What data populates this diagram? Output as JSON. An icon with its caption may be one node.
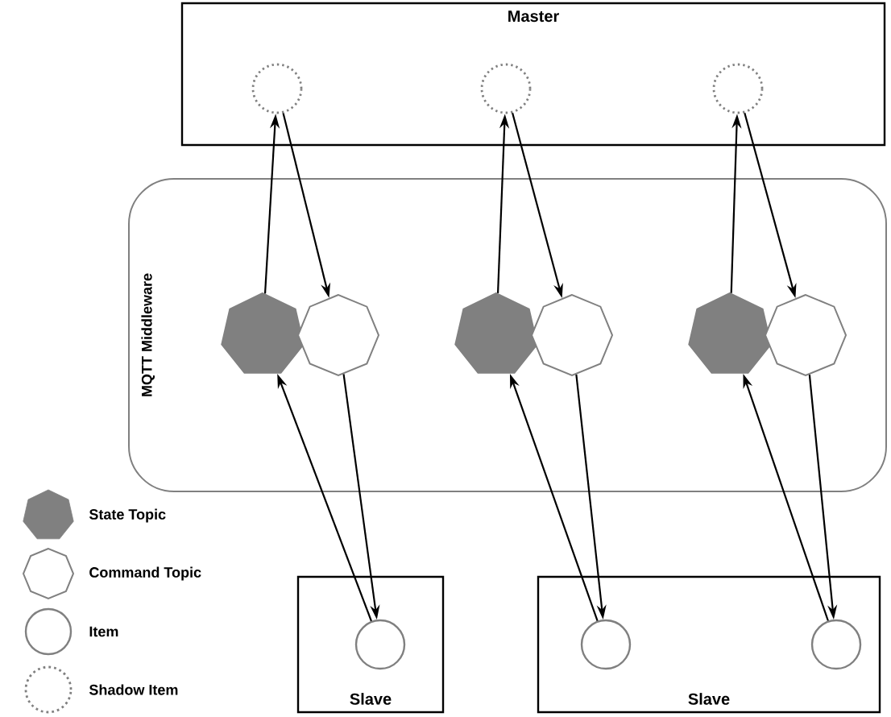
{
  "diagram": {
    "nodes": [
      {
        "text": [
          "Master"
        ]
      },
      {
        "text": [],
        "shape": "circle",
        "in": 0
      },
      {
        "text": [],
        "shape": "circle",
        "in": 0
      },
      {
        "text": [],
        "shape": "circle",
        "in": 0
      },
      {
        "text": [
          "MQTT Middleware"
        ]
      },
      {
        "text": [],
        "shape": "heptagon",
        "in": 4
      },
      {
        "text": [],
        "shape": "octagon",
        "in": 4
      },
      {
        "text": [],
        "shape": "heptagon",
        "in": 4
      },
      {
        "text": [],
        "shape": "octagon",
        "in": 4
      },
      {
        "text": [],
        "shape": "heptagon",
        "in": 4
      },
      {
        "text": [],
        "shape": "octagon",
        "in": 4
      },
      {
        "text": [
          "Slave"
        ]
      },
      {
        "text": [],
        "shape": "circle",
        "in": 11
      },
      {
        "text": [
          "Slave"
        ]
      },
      {
        "text": [],
        "shape": "circle",
        "in": 13
      },
      {
        "text": [],
        "shape": "circle",
        "in": 13
      }
    ],
    "edges": [
      {
        "from": 5,
        "to": 1,
        "arrow": "to"
      },
      {
        "from": 1,
        "to": 6,
        "arrow": "to"
      },
      {
        "from": 7,
        "to": 2,
        "arrow": "to"
      },
      {
        "from": 2,
        "to": 8,
        "arrow": "to"
      },
      {
        "from": 9,
        "to": 3,
        "arrow": "to"
      },
      {
        "from": 3,
        "to": 10,
        "arrow": "to"
      },
      {
        "from": 12,
        "to": 5,
        "arrow": "to"
      },
      {
        "from": 6,
        "to": 12,
        "arrow": "to"
      },
      {
        "from": 14,
        "to": 7,
        "arrow": "to"
      },
      {
        "from": 8,
        "to": 14,
        "arrow": "to"
      },
      {
        "from": 15,
        "to": 9,
        "arrow": "to"
      },
      {
        "from": 10,
        "to": 15,
        "arrow": "to"
      }
    ],
    "legend": [
      {
        "text": "State Topic"
      },
      {
        "text": "Command Topic"
      },
      {
        "text": "Item"
      },
      {
        "text": "Shadow Item"
      }
    ]
  }
}
